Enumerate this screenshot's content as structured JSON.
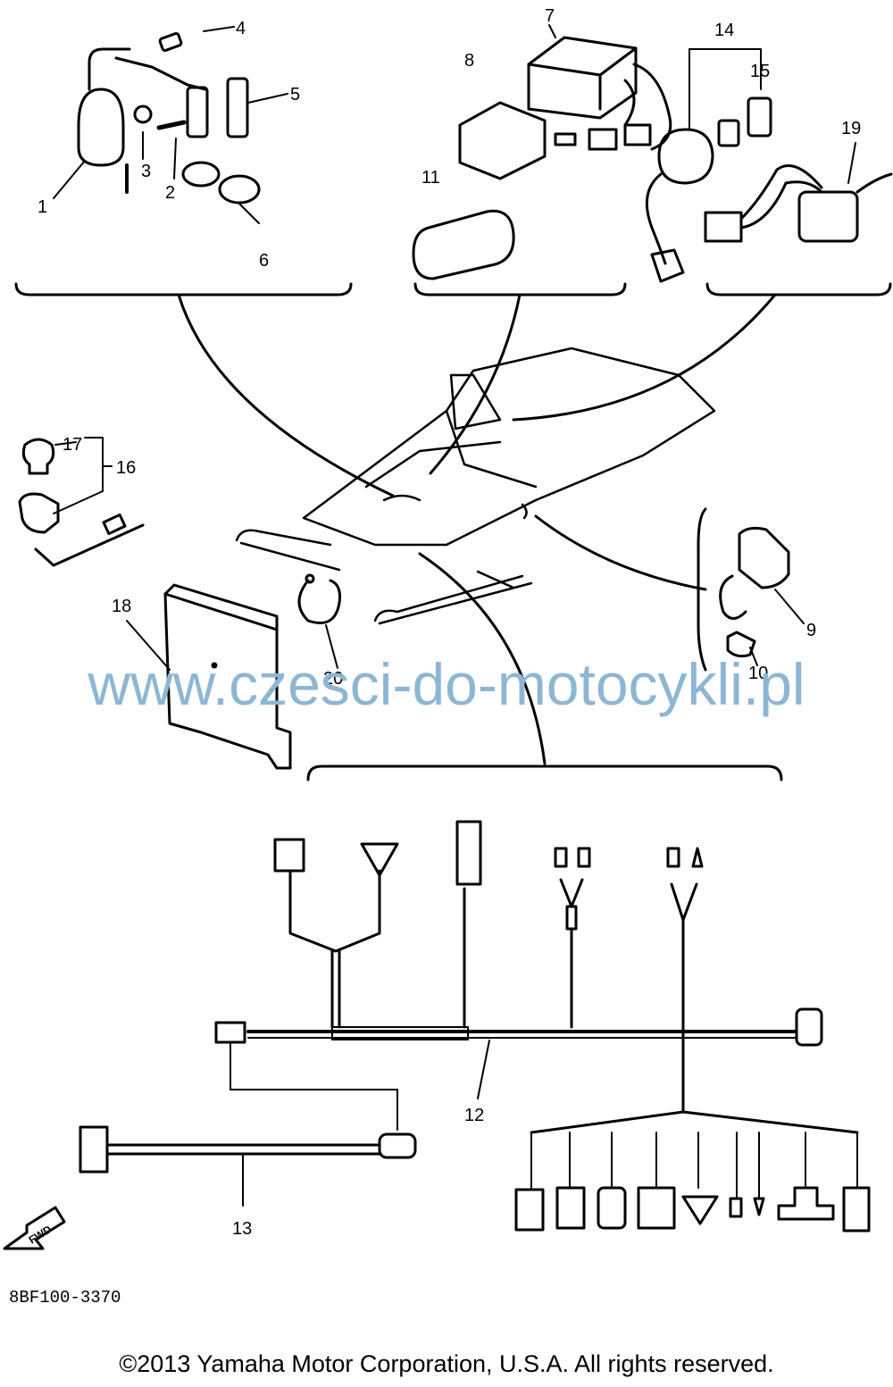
{
  "watermark": "www.czesci-do-motocykli.pl",
  "drawing_code": "8BF100-3370",
  "copyright": "©2013 Yamaha Motor Corporation, U.S.A. All rights reserved.",
  "fwd_label": "FWD",
  "callouts": {
    "c1": "1",
    "c2": "2",
    "c3": "3",
    "c4": "4",
    "c5": "5",
    "c6": "6",
    "c7": "7",
    "c8": "8",
    "c9": "9",
    "c10": "10",
    "c11": "11",
    "c12": "12",
    "c13": "13",
    "c14": "14",
    "c15": "15",
    "c16": "16",
    "c17": "17",
    "c18": "18",
    "c19": "19",
    "c20": "20"
  }
}
